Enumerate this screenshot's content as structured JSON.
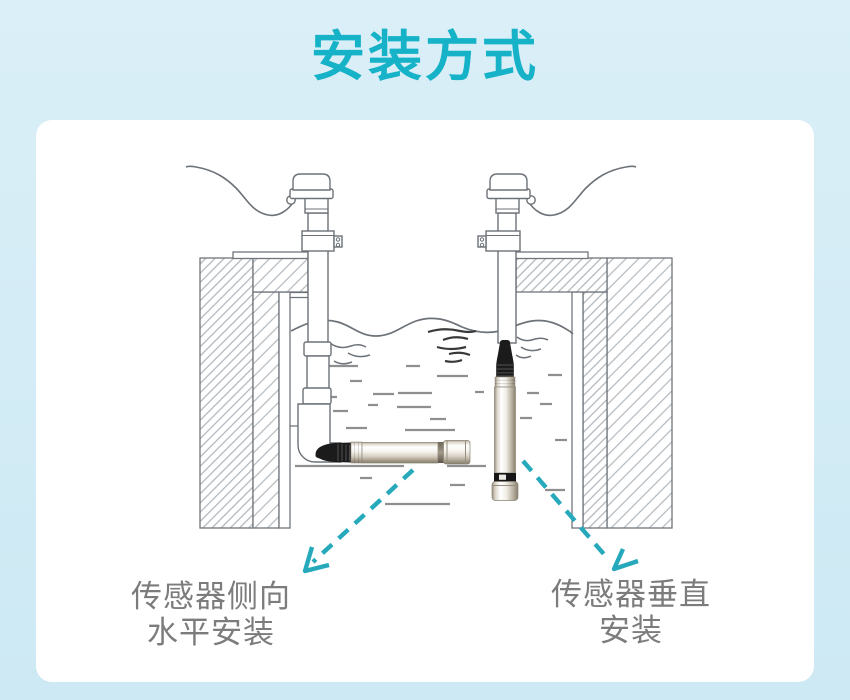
{
  "colors": {
    "accent": "#16b2c8",
    "arrow": "#27a9bc",
    "label": "#7c7c7c",
    "bg_top": "#daeff7",
    "bg_bottom": "#cde9f4",
    "card": "#ffffff"
  },
  "title": {
    "text": "安装方式"
  },
  "diagram": {
    "description_left": {
      "line1": "传感器侧向",
      "line2": "水平安装"
    },
    "description_right": {
      "line1": "传感器垂直",
      "line2": "安装"
    },
    "icons": [
      "dashed-arrow-left-icon",
      "dashed-arrow-right-icon",
      "horizontal-sensor",
      "vertical-sensor",
      "mounting-pole-left",
      "mounting-pole-right",
      "water-surface",
      "channel-walls"
    ]
  }
}
